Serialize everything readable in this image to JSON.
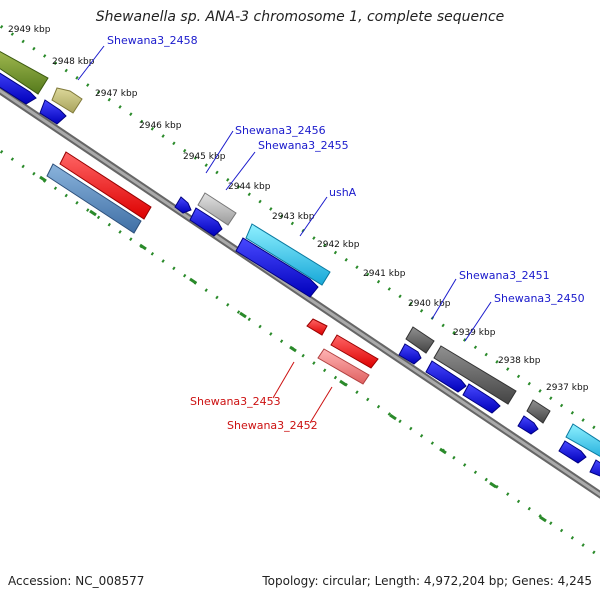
{
  "title": "Shewanella sp. ANA-3 chromosome 1, complete sequence",
  "footer": {
    "accession": "Accession: NC_008577",
    "summary": "Topology: circular; Length: 4,972,204 bp; Genes: 4,245"
  },
  "ticks": [
    "2949 kbp",
    "2948 kbp",
    "2947 kbp",
    "2946 kbp",
    "2945 kbp",
    "2944 kbp",
    "2943 kbp",
    "2942 kbp",
    "2941 kbp",
    "2940 kbp",
    "2939 kbp",
    "2938 kbp",
    "2937 kbp"
  ],
  "gene_labels": {
    "g2458": "Shewana3_2458",
    "g2456": "Shewana3_2456",
    "g2455": "Shewana3_2455",
    "ushA": "ushA",
    "g2451": "Shewana3_2451",
    "g2450": "Shewana3_2450",
    "g2453": "Shewana3_2453",
    "g2452": "Shewana3_2452"
  },
  "colors": {
    "backbone": "#888888",
    "dots": "#2a8a2a",
    "cds": "#1111ee",
    "forward_label": "#1a1acc",
    "reverse_label": "#cc1111"
  }
}
